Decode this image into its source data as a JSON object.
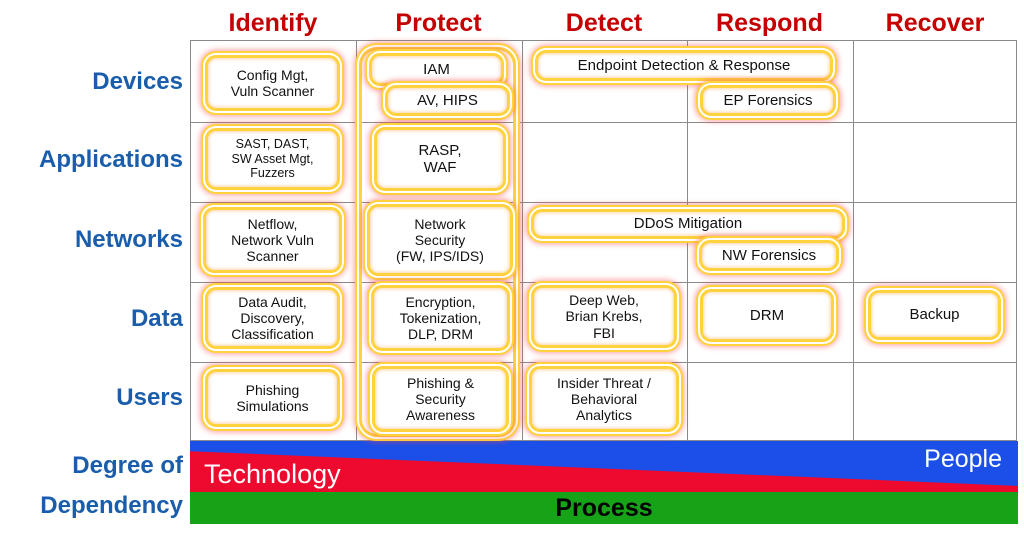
{
  "columns": [
    "Identify",
    "Protect",
    "Detect",
    "Respond",
    "Recover"
  ],
  "rows": [
    "Devices",
    "Applications",
    "Networks",
    "Data",
    "Users"
  ],
  "dependency": {
    "label_line1": "Degree of",
    "label_line2": "Dependency",
    "technology": "Technology",
    "people": "People",
    "process": "Process"
  },
  "cells": {
    "devices_identify": "Config Mgt,\nVuln Scanner",
    "devices_protect_iam": "IAM",
    "devices_protect_avhips": "AV, HIPS",
    "devices_detect_respond_edr": "Endpoint Detection & Response",
    "devices_respond_ep_forensics": "EP Forensics",
    "applications_identify": "SAST, DAST,\nSW Asset Mgt,\nFuzzers",
    "applications_protect": "RASP,\nWAF",
    "networks_identify": "Netflow,\nNetwork Vuln\nScanner",
    "networks_protect": "Network\nSecurity\n(FW, IPS/IDS)",
    "networks_detect_respond_ddos": "DDoS Mitigation",
    "networks_respond_nw_forensics": "NW Forensics",
    "data_identify": "Data Audit,\nDiscovery,\nClassification",
    "data_protect": "Encryption,\nTokenization,\nDLP, DRM",
    "data_detect": "Deep Web,\nBrian Krebs,\nFBI",
    "data_respond": "DRM",
    "data_recover": "Backup",
    "users_identify": "Phishing\nSimulations",
    "users_protect": "Phishing &\nSecurity\nAwareness",
    "users_detect": "Insider Threat /\nBehavioral\nAnalytics"
  },
  "colors": {
    "header_red": "#c40000",
    "row_label_blue": "#1a5dab",
    "box_border_yellow": "#ffd23e",
    "box_glow_red": "#f85050",
    "band_blue": "#1b4fe8",
    "band_red": "#ee0a2e",
    "band_green": "#17a317"
  }
}
